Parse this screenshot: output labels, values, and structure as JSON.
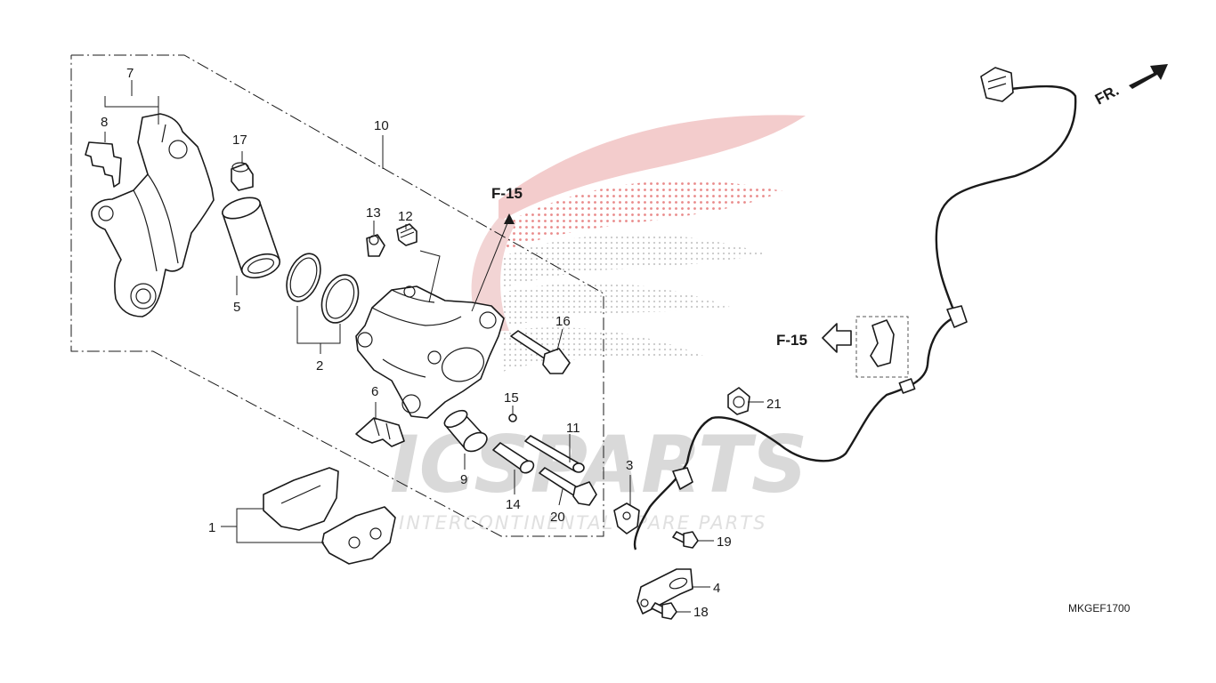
{
  "watermark": {
    "brand": "ICSPARTS",
    "tagline": "INTERCONTINENTAL SPARE PARTS",
    "color_red": "#e23a3a",
    "color_gray": "#d9d9d9"
  },
  "direction_marker": {
    "label": "FR."
  },
  "references": [
    {
      "id": "ref-caliper",
      "label": "F-15"
    },
    {
      "id": "ref-clamp",
      "label": "F-15"
    }
  ],
  "diagram_code": "MKGEF1700",
  "callouts": [
    "1",
    "2",
    "3",
    "4",
    "5",
    "6",
    "7",
    "8",
    "9",
    "10",
    "11",
    "12",
    "13",
    "14",
    "15",
    "16",
    "17",
    "18",
    "19",
    "20",
    "21"
  ]
}
